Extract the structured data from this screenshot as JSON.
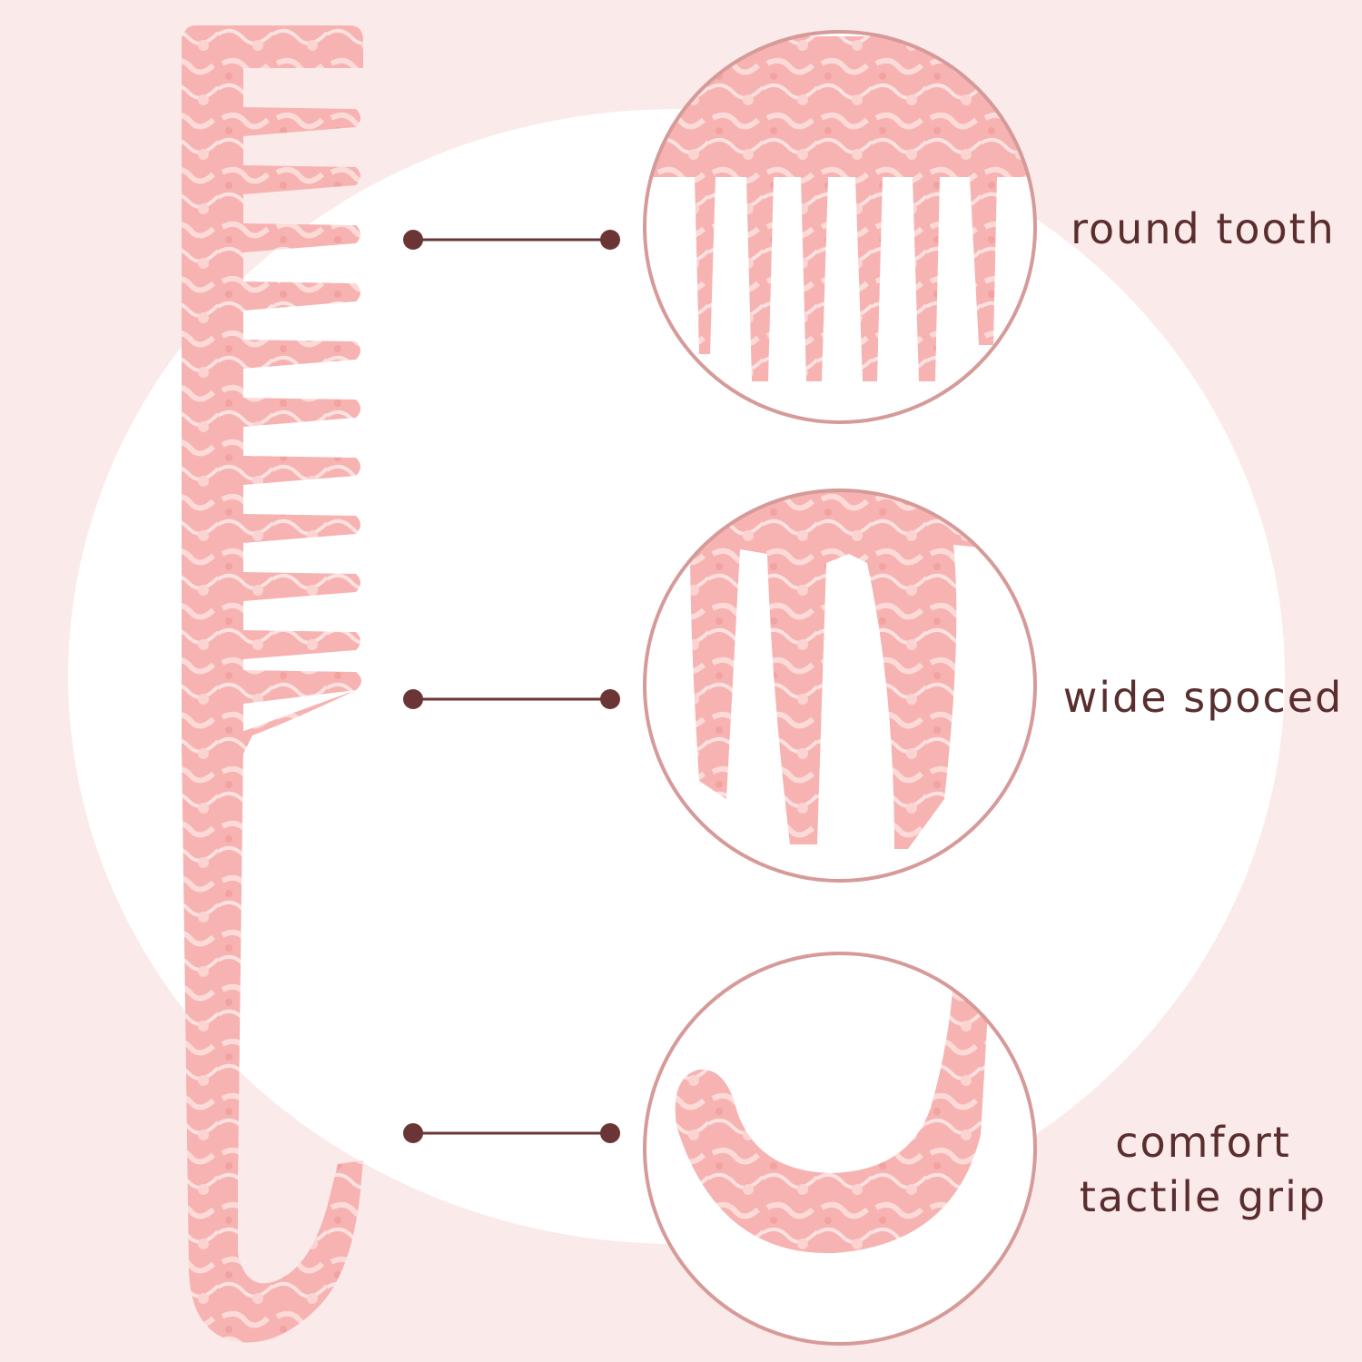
{
  "colors": {
    "background": "#fbeaea",
    "comb": "#f6b6b4",
    "comb_light": "#fde0de",
    "circle_border": "#d69a99",
    "connector": "#6b3535",
    "text": "#5a2e2e"
  },
  "features": [
    {
      "label": "round tooth"
    },
    {
      "label": "wide spoced"
    },
    {
      "label_line1": "comfort",
      "label_line2": "tactile grip"
    }
  ]
}
